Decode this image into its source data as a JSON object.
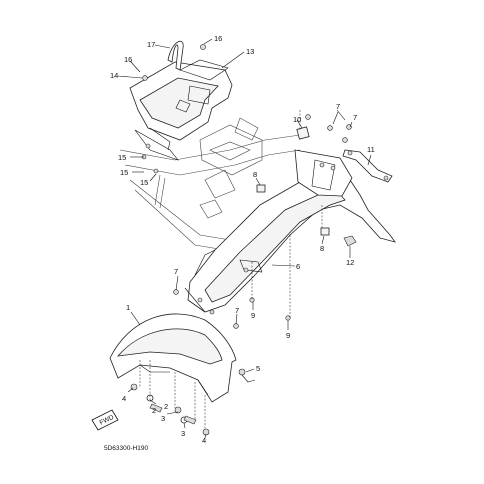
{
  "diagram_code": "5D63300-H190",
  "fwd_label": "FWD",
  "callouts": {
    "c1": "1",
    "c2a": "2",
    "c2b": "2",
    "c3a": "3",
    "c3b": "3",
    "c4a": "4",
    "c4b": "4",
    "c5": "5",
    "c6": "6",
    "c7a": "7",
    "c7b": "7",
    "c7c": "7",
    "c7d": "7",
    "c8a": "8",
    "c8b": "8",
    "c9a": "9",
    "c9b": "9",
    "c10": "10",
    "c11": "11",
    "c12": "12",
    "c13": "13",
    "c14": "14",
    "c15a": "15",
    "c15b": "15",
    "c15c": "15",
    "c16a": "16",
    "c16b": "16",
    "c17": "17"
  }
}
